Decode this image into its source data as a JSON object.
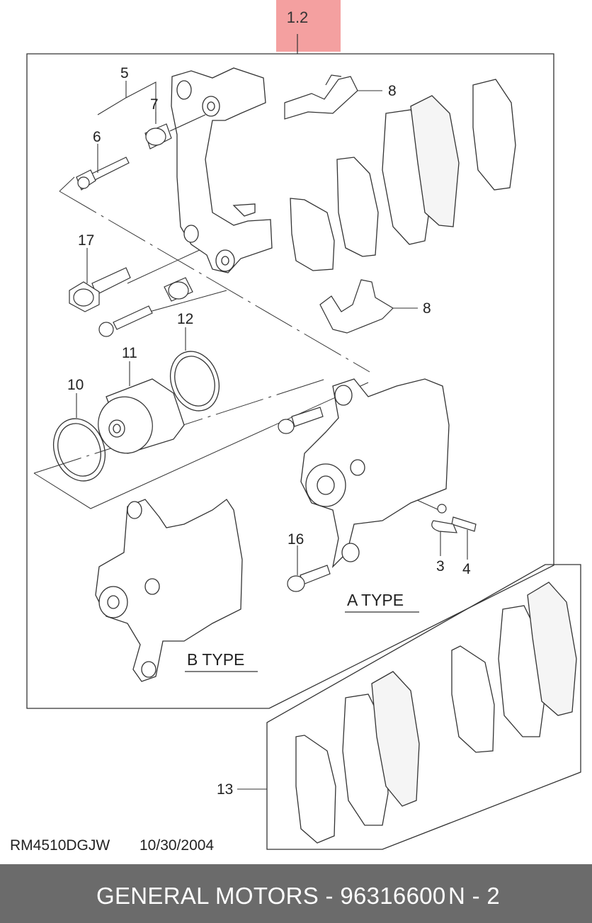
{
  "header_tag": {
    "label": "1.2",
    "color": "#f4a0a0"
  },
  "callouts": {
    "c5": "5",
    "c7": "7",
    "c6": "6",
    "c17": "17",
    "c12": "12",
    "c11": "11",
    "c10": "10",
    "c8a": "8",
    "c8b": "8",
    "c16": "16",
    "c3": "3",
    "c4": "4",
    "c13": "13"
  },
  "type_labels": {
    "a_type": "A TYPE",
    "b_type": "B TYPE"
  },
  "doc_ref": {
    "code": "RM4510DGJW",
    "date": "10/30/2004"
  },
  "footer": {
    "brand": "GENERAL MOTORS - 96316600",
    "page": "N - 2",
    "background": "#6b6b6b"
  }
}
